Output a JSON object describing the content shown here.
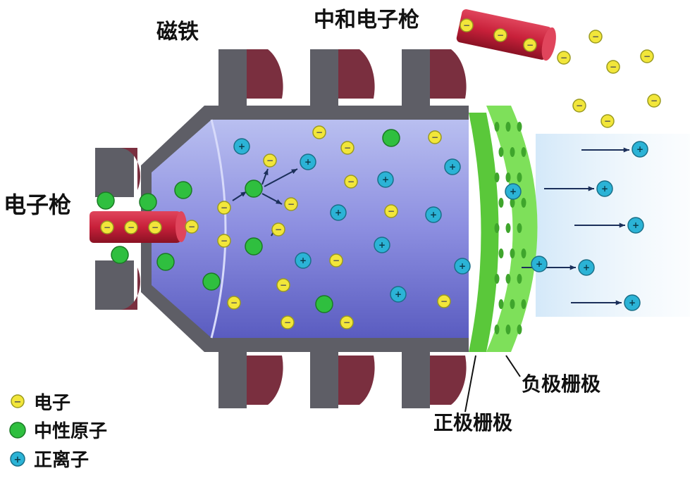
{
  "labels": {
    "magnet": "磁铁",
    "neutralizer_gun": "中和电子枪",
    "electron_gun": "电子枪",
    "negative_grid": "负极栅极",
    "positive_grid": "正极栅极"
  },
  "legend": [
    {
      "label": "电子",
      "kind": "electron"
    },
    {
      "label": "中性原子",
      "kind": "neutral"
    },
    {
      "label": "正离子",
      "kind": "ion"
    }
  ],
  "symbols": {
    "electron": "−",
    "ion": "+"
  },
  "colors": {
    "electron": "#f2e63a",
    "neutral": "#2fbf3f",
    "ion": "#2bb3d6",
    "chamber": "#8c8ee0",
    "magnet": "#7a2f3f",
    "grid": "#7ee05a",
    "gun": "#c8203a"
  },
  "icons": {
    "arrow": "right-arrow-icon"
  }
}
